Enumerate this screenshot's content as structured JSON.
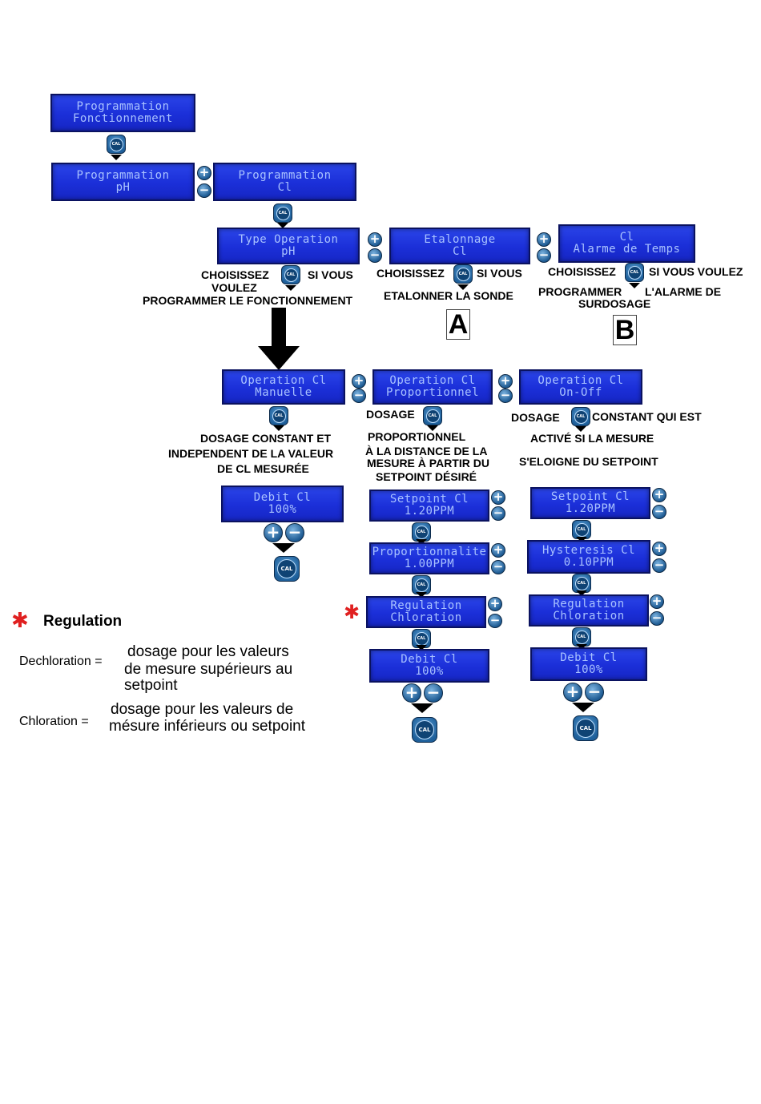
{
  "screens": {
    "prog_fonct": [
      "Programmation",
      "Fonctionnement"
    ],
    "prog_ph": [
      "Programmation",
      "pH"
    ],
    "prog_cl": [
      "Programmation",
      "Cl"
    ],
    "type_operation": [
      "Type Operation",
      "pH"
    ],
    "etalonnage": [
      "Etalonnage",
      "Cl"
    ],
    "alarme": [
      "Cl",
      "Alarme de Temps"
    ],
    "op_manuelle": [
      "Operation Cl",
      "Manuelle"
    ],
    "op_prop": [
      "Operation Cl",
      "Proportionnel"
    ],
    "op_onoff": [
      "Operation Cl",
      "On-Off"
    ],
    "debit_manuelle": [
      "Debit Cl",
      "100%"
    ],
    "setpoint_prop": [
      "Setpoint Cl",
      "1.20PPM"
    ],
    "proportionnalite": [
      "Proportionnalite",
      "1.00PPM"
    ],
    "regulation_prop": [
      "Regulation",
      "Chloration"
    ],
    "debit_prop": [
      "Debit Cl",
      "100%"
    ],
    "setpoint_onoff": [
      "Setpoint Cl",
      "1.20PPM"
    ],
    "hysteresis": [
      "Hysteresis Cl",
      "0.10PPM"
    ],
    "regulation_onoff": [
      "Regulation",
      "Chloration"
    ],
    "debit_onoff": [
      "Debit Cl",
      "100%"
    ]
  },
  "buttons": {
    "cal": "CAL",
    "plus": "+",
    "minus": "−"
  },
  "texts": {
    "choose_ph_1": "CHOISISSEZ",
    "choose_ph_2": "SI VOUS",
    "choose_ph_3": "VOULEZ",
    "choose_ph_4": "PROGRAMMER LE FONCTIONNEMENT",
    "choose_eta_1": "CHOISISSEZ",
    "choose_eta_2": "SI VOUS",
    "choose_eta_3": "ETALONNER  LA SONDE",
    "choose_al_1": "CHOISISSEZ",
    "choose_al_2": "SI VOUS VOULEZ",
    "choose_al_3": "PROGRAMMER",
    "choose_al_4": "L'ALARME DE",
    "choose_al_5": "SURDOSAGE",
    "letter_a": "A",
    "letter_b": "B",
    "manuelle_1": "DOSAGE  CONSTANT ET",
    "manuelle_2": "INDEPENDENT DE LA VALEUR",
    "manuelle_3": "DE  CL  MESURÉE",
    "prop_0": "DOSAGE",
    "prop_1": "PROPORTIONNEL",
    "prop_2": "À LA DISTANCE DE LA",
    "prop_3": "MESURE  À PARTIR DU",
    "prop_4": "SETPOINT DÉSIRÉ",
    "onoff_0a": "DOSAGE",
    "onoff_0b": "CONSTANT QUI EST",
    "onoff_1": "ACTIVÉ SI LA MESURE",
    "onoff_2": "S'ELOIGNE DU SETPOINT"
  },
  "legend": {
    "star": "✱",
    "title": "Regulation",
    "dechlor_label": "Dechloration =",
    "dechlor_1": "dosage pour les valeurs",
    "dechlor_2": "de mesure supérieurs au",
    "dechlor_3": "setpoint",
    "chlor_label": "Chloration =",
    "chlor_1": "dosage pour les valeurs de",
    "chlor_2": "mésure inférieurs ou setpoint"
  },
  "colors": {
    "lcd_bg": "#1b2fd8",
    "lcd_text": "#a9c2ff",
    "star": "#e02020"
  }
}
